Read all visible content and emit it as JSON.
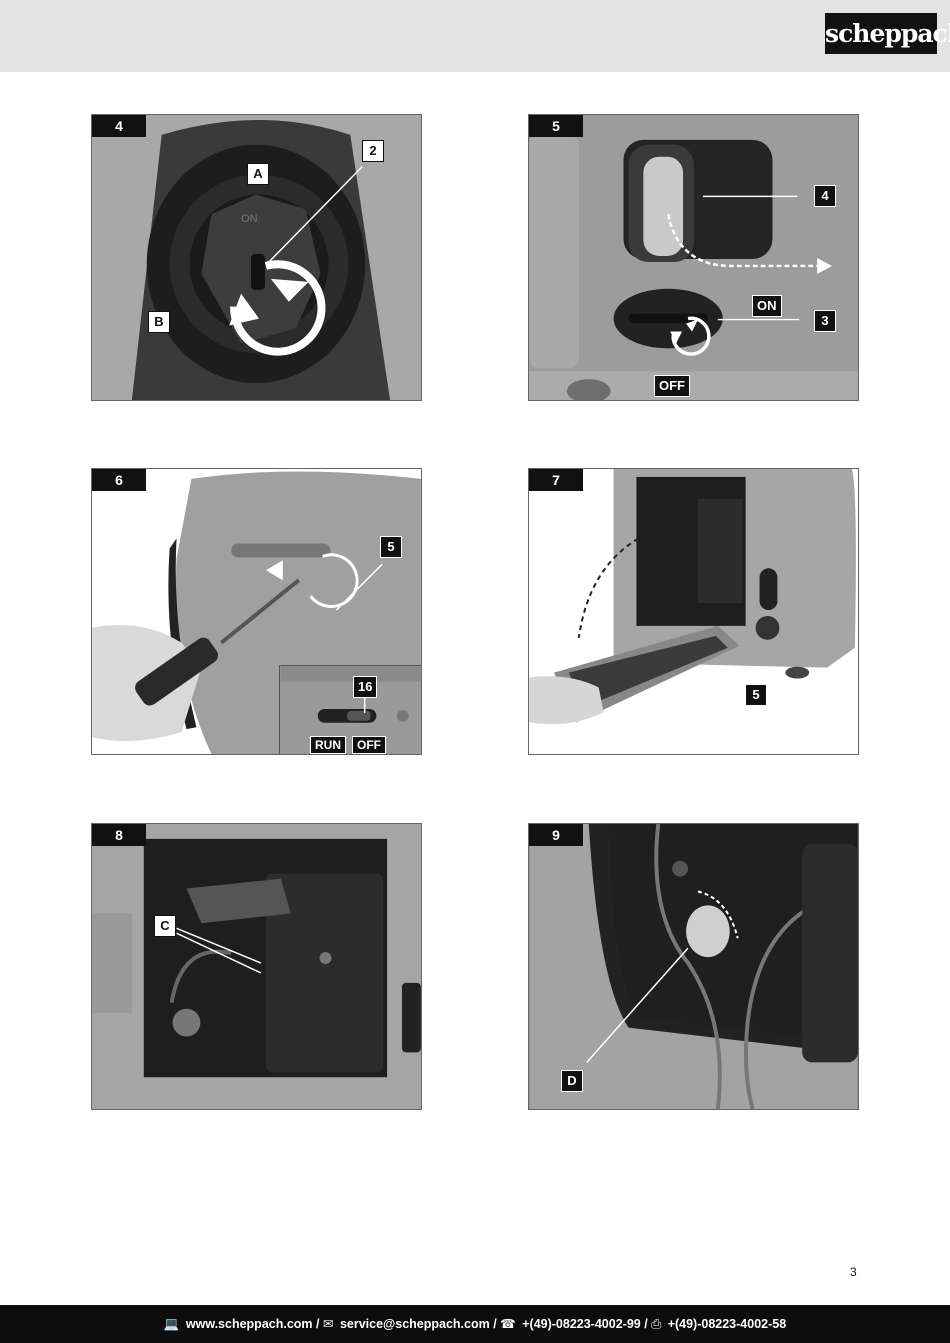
{
  "brand": {
    "logo_text": "scheppach"
  },
  "figures": {
    "f4": {
      "number": "4",
      "labels": {
        "a": "A",
        "b": "B",
        "n2": "2"
      },
      "cap_text": "ON"
    },
    "f5": {
      "number": "5",
      "labels": {
        "n4": "4",
        "n3": "3",
        "on": "ON",
        "off": "OFF"
      }
    },
    "f6": {
      "number": "6",
      "labels": {
        "n5": "5",
        "n16": "16",
        "run": "RUN",
        "off": "OFF"
      }
    },
    "f7": {
      "number": "7",
      "labels": {
        "n5": "5"
      }
    },
    "f8": {
      "number": "8",
      "labels": {
        "c": "C"
      }
    },
    "f9": {
      "number": "9",
      "labels": {
        "d": "D"
      }
    }
  },
  "page_number": "3",
  "footer": {
    "web_icon": "computer-icon",
    "web": "www.scheppach.com",
    "sep": "/",
    "mail_icon": "mail-icon",
    "mail": "service@scheppach.com",
    "phone_icon": "phone-icon",
    "phone": "+(49)-08223-4002-99",
    "fax_icon": "fax-icon",
    "fax": "+(49)-08223-4002-58"
  }
}
